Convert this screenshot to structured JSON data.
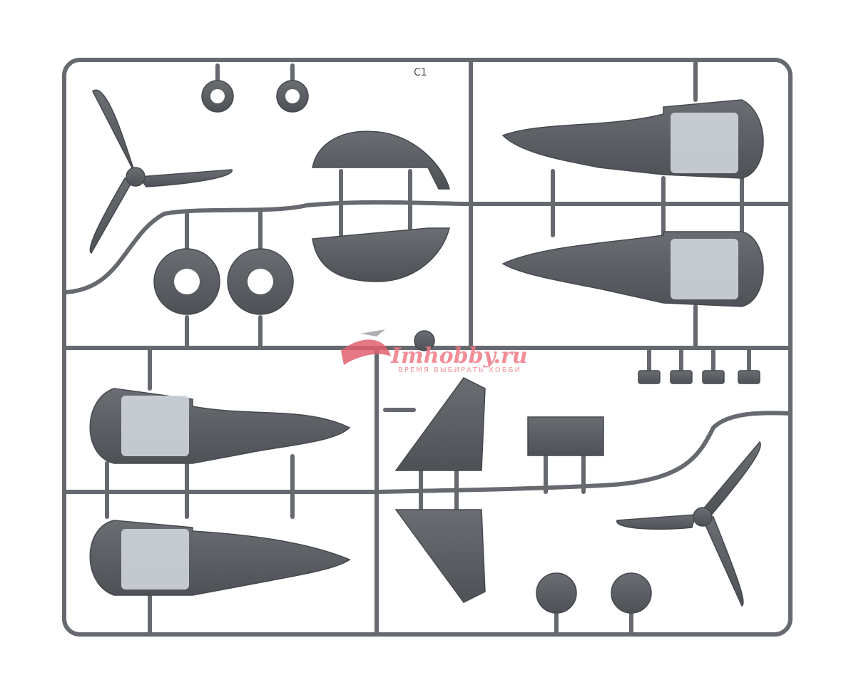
{
  "watermark": {
    "brand": "Imhobby.ru",
    "tagline": "ВРЕМЯ ВЫБИРАТЬ ХОББИ",
    "color": "#f07a86"
  },
  "sprue": {
    "code": "C1",
    "plastic_color": "#5a5d62",
    "frame_color": "#6b6e73"
  }
}
